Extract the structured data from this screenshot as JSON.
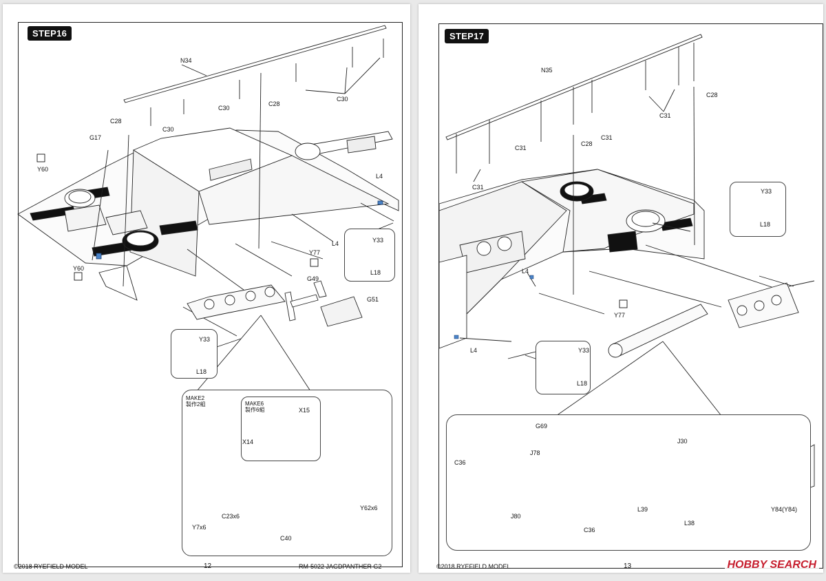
{
  "left": {
    "step": "STEP16",
    "labels": {
      "n34": "N34",
      "c30a": "C30",
      "c30b": "C30",
      "c30c": "C30",
      "c28a": "C28",
      "c28b": "C28",
      "g17": "G17",
      "y60a": "Y60",
      "y60b": "Y60",
      "l4a": "L4",
      "l4b": "L4",
      "y77": "Y77",
      "g49": "G49",
      "g51": "G51",
      "y33a": "Y33",
      "l18a": "L18",
      "y33b": "Y33",
      "l18b": "L18",
      "x15": "X15",
      "x14": "X14",
      "y62": "Y62x6",
      "c23": "C23x6",
      "y7": "Y7x6",
      "c40": "C40"
    },
    "make2": {
      "line1": "MAKE2",
      "line2": "製作2組"
    },
    "make6": {
      "line1": "MAKE6",
      "line2": "製作6組"
    },
    "footer": {
      "copyright": "©2018 RYEFIELD MODEL",
      "page": "12",
      "title": "RM-5022 JAGDPANTHER G2"
    }
  },
  "right": {
    "step": "STEP17",
    "labels": {
      "n35": "N35",
      "c28a": "C28",
      "c28b": "C28",
      "c31a": "C31",
      "c31b": "C31",
      "c31c": "C31",
      "c31d": "C31",
      "y33a": "Y33",
      "l18a": "L18",
      "l4a": "L4",
      "l4b": "L4",
      "y77": "Y77",
      "y33b": "Y33",
      "l18b": "L18",
      "g69": "G69",
      "j78": "J78",
      "c36a": "C36",
      "j80": "J80",
      "c36b": "C36",
      "j30": "J30",
      "l39": "L39",
      "l38": "L38",
      "y84": "Y84(Y84)"
    },
    "footer": {
      "copyright": "©2018 RYEFIELD MODEL",
      "page": "13"
    },
    "watermark": "HOBBY SEARCH"
  },
  "colors": {
    "ink": "#111111",
    "part_blue": "#4a84c9",
    "part_red": "#d2452f",
    "watermark": "#c61d2d"
  }
}
